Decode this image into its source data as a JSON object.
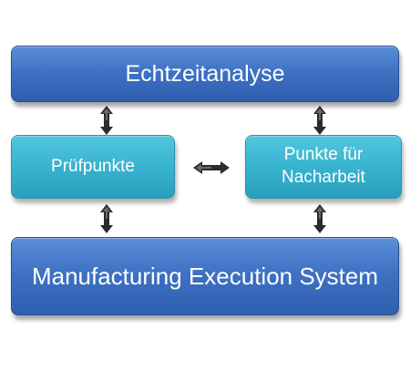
{
  "diagram": {
    "top_box": {
      "label": "Echtzeitanalyse"
    },
    "left_box": {
      "label": "Prüfpunkte"
    },
    "right_box": {
      "label": "Punkte für Nacharbeit"
    },
    "bottom_box": {
      "label": "Manufacturing Execution System"
    },
    "colors": {
      "blue_box": "#3f72c4",
      "teal_box": "#38b3cf",
      "arrow": "#2b2b2b"
    }
  }
}
